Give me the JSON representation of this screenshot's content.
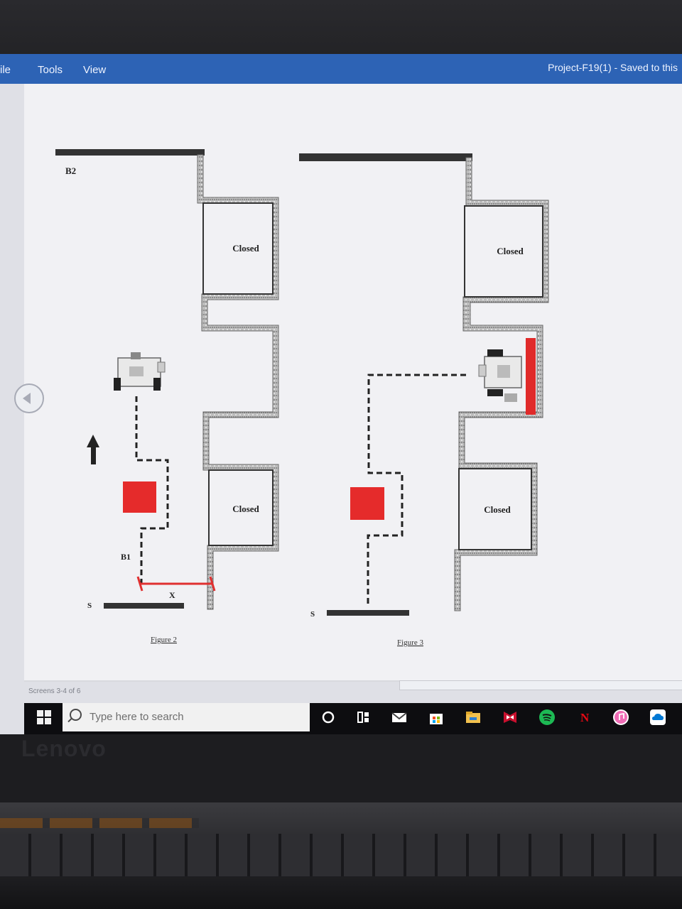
{
  "menu": {
    "file": "ile",
    "tools": "Tools",
    "view": "View"
  },
  "window_title": "Project-F19(1)  -  Saved to this",
  "figure2": {
    "b2": "B2",
    "b1": "B1",
    "s": "S",
    "x": "X",
    "closed_top": "Closed",
    "closed_bottom": "Closed",
    "caption": "Figure 2"
  },
  "figure3": {
    "s": "S",
    "closed_top": "Closed",
    "closed_bottom": "Closed",
    "caption": "Figure 3"
  },
  "status": "Screens 3-4 of 6",
  "taskbar": {
    "search_placeholder": "Type here to search",
    "icons": [
      "cortana-icon",
      "task-view-icon",
      "mail-icon",
      "store-icon",
      "file-explorer-icon",
      "mcafee-icon",
      "spotify-icon",
      "netflix-icon",
      "itunes-icon",
      "onedrive-icon"
    ],
    "netflix_letter": "N"
  },
  "brand": "Lenovo",
  "colors": {
    "accent": "#2d63b5",
    "robot_marker": "#e02a2a",
    "wall": "#2a2a2a"
  }
}
